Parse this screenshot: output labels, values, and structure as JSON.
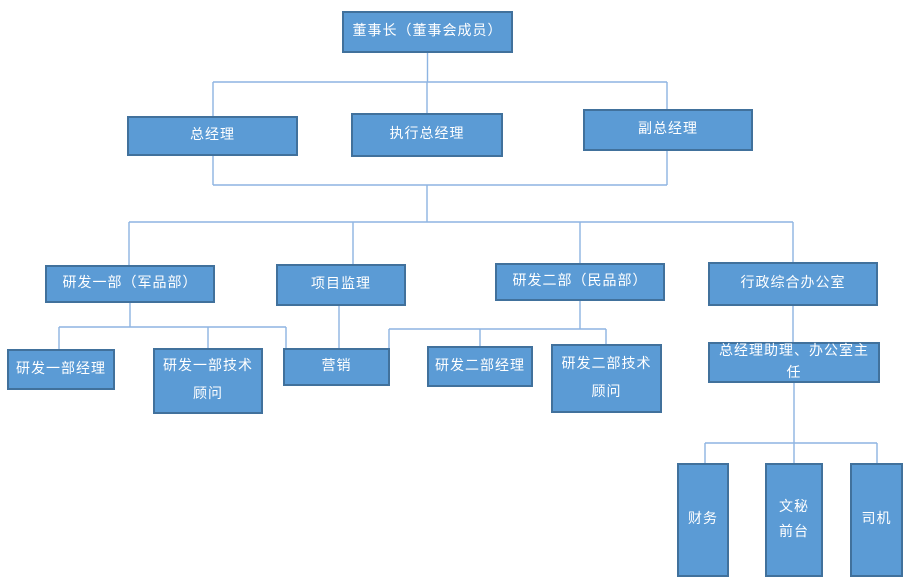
{
  "diagram": {
    "type": "org-chart",
    "nodes": {
      "chairman": {
        "label": "董事长（董事会成员）"
      },
      "gm": {
        "label": "总经理"
      },
      "egm": {
        "label": "执行总经理"
      },
      "dgm": {
        "label": "副总经理"
      },
      "rd1": {
        "label": "研发一部（军品部）"
      },
      "supervision": {
        "label": "项目监理"
      },
      "rd2": {
        "label": "研发二部（民品部）"
      },
      "admin": {
        "label": "行政综合办公室"
      },
      "rd1_manager": {
        "label": "研发一部经理"
      },
      "rd1_advisor": {
        "label": "研发一部技术顾问"
      },
      "marketing": {
        "label": "营销"
      },
      "rd2_manager": {
        "label": "研发二部经理"
      },
      "rd2_advisor": {
        "label": "研发二部技术顾问"
      },
      "gm_assistant": {
        "label": "总经理助理、办公室主任"
      },
      "finance": {
        "label": "财务"
      },
      "secretary": {
        "label": "文秘前台"
      },
      "driver": {
        "label": "司机"
      }
    },
    "edges": [
      {
        "parents": [
          "chairman"
        ],
        "children": [
          "gm",
          "egm",
          "dgm"
        ]
      },
      {
        "parents": [
          "gm",
          "dgm"
        ],
        "children": [
          "rd1",
          "supervision",
          "rd2",
          "admin"
        ]
      },
      {
        "parents": [
          "rd1"
        ],
        "children": [
          "rd1_manager",
          "rd1_advisor"
        ]
      },
      {
        "parents": [
          "supervision"
        ],
        "children": [
          "marketing"
        ]
      },
      {
        "parents": [
          "rd2"
        ],
        "children": [
          "rd2_manager",
          "rd2_advisor"
        ]
      },
      {
        "parents": [
          "admin"
        ],
        "children": [
          "gm_assistant"
        ]
      },
      {
        "parents": [
          "gm_assistant"
        ],
        "children": [
          "finance",
          "secretary",
          "driver"
        ]
      }
    ],
    "colors": {
      "node_fill": "#5B9BD5",
      "node_border": "#41719C",
      "node_text": "#FFFFFF",
      "connector": "#8DB4E2"
    }
  }
}
